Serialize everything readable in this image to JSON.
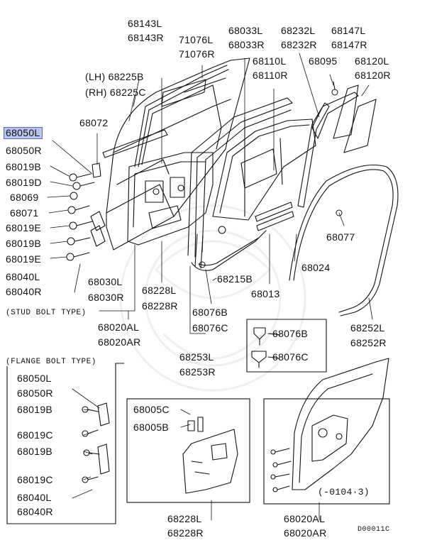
{
  "labels": {
    "p68050L": "68050L",
    "p68050R": "68050R",
    "p68019B": "68019B",
    "p68019D": "68019D",
    "p68069": "68069",
    "p68071": "68071",
    "p68019E": "68019E",
    "p68019B_2": "68019B",
    "p68019E_2": "68019E",
    "p68040L": "68040L",
    "p68040R": "68040R",
    "stud_bolt_type": "(STUD BOLT TYPE)",
    "p68072": "68072",
    "lh_68225B": "(LH) 68225B",
    "rh_68225C": "(RH) 68225C",
    "p68143L": "68143L",
    "p68143R": "68143R",
    "p71076L": "71076L",
    "p71076R": "71076R",
    "p68033L": "68033L",
    "p68033R": "68033R",
    "p68232L": "68232L",
    "p68232R": "68232R",
    "p68147L": "68147L",
    "p68147R": "68147R",
    "p68110L": "68110L",
    "p68110R": "68110R",
    "p68095": "68095",
    "p68120L": "68120L",
    "p68120R": "68120R",
    "p68077": "68077",
    "p68024": "68024",
    "p68215B": "68215B",
    "p68013": "68013",
    "p68030L": "68030L",
    "p68030R": "68030R",
    "p68228L": "68228L",
    "p68228R": "68228R",
    "p68020AL": "68020AL",
    "p68020AR": "68020AR",
    "p68076B": "68076B",
    "p68076C": "68076C",
    "p68076B_inset": "68076B",
    "p68076C_inset": "68076C",
    "p68253L": "68253L",
    "p68253R": "68253R",
    "p68252L": "68252L",
    "p68252R": "68252R",
    "flange_bolt_type": "(FLANGE BOLT TYPE)",
    "f68050L": "68050L",
    "f68050R": "68050R",
    "f68019B": "68019B",
    "f68019C": "68019C",
    "f68019B_2": "68019B",
    "f68019C_2": "68019C",
    "f68040L": "68040L",
    "f68040R": "68040R",
    "p68005C": "68005C",
    "p68005B": "68005B",
    "b68228L": "68228L",
    "b68228R": "68228R",
    "serial_range": "(-0104·3)",
    "b68020AL": "68020AL",
    "b68020AR": "68020AR",
    "diagram_code": "D00011C"
  },
  "highlight_color": "#b9c3ee"
}
